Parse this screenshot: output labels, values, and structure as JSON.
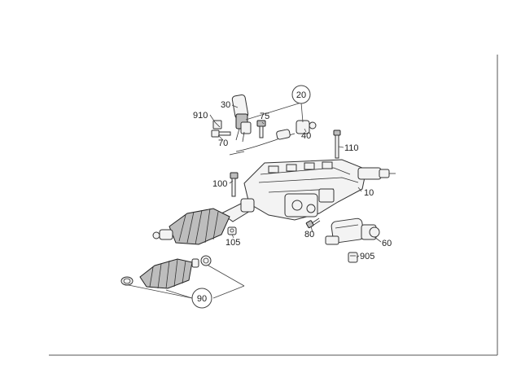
{
  "callouts": {
    "c20": "20",
    "c30": "30",
    "c910": "910",
    "c75": "75",
    "c40": "40",
    "c70": "70",
    "c110": "110",
    "c100": "100",
    "c10": "10",
    "c105": "105",
    "c80": "80",
    "c60": "60",
    "c905": "905",
    "c90": "90"
  }
}
